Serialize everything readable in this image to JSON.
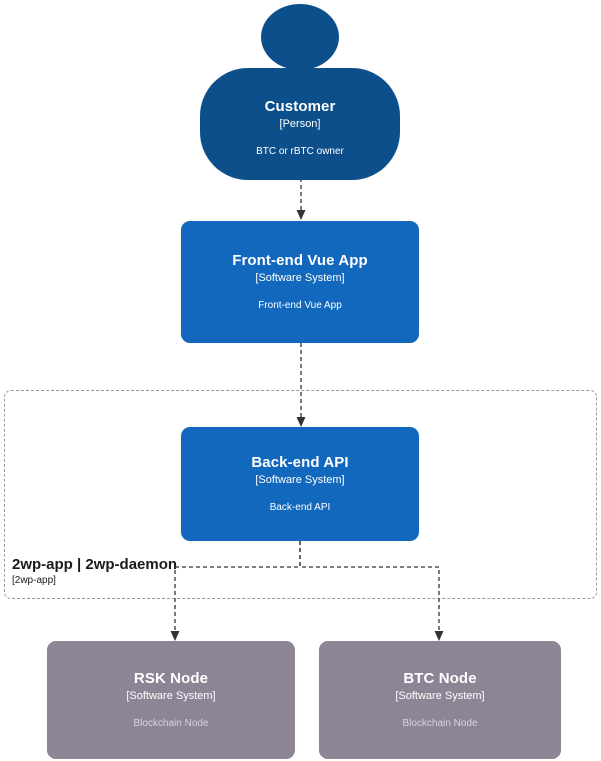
{
  "diagram": {
    "type": "c4-context",
    "background": "#ffffff",
    "colors": {
      "person": "#0d4f8b",
      "system": "#1168bd",
      "external_system": "#8d8496",
      "connector": "#333333",
      "boundary_border": "#9a9a9a",
      "text_light": "#ffffff",
      "text_muted": "#d9d4dd"
    },
    "nodes": [
      {
        "id": "customer",
        "shape": "person",
        "title": "Customer",
        "subtitle": "[Person]",
        "description": "BTC or rBTC owner"
      },
      {
        "id": "frontend",
        "shape": "system",
        "title": "Front-end Vue App",
        "subtitle": "[Software System]",
        "description": "Front-end Vue App"
      },
      {
        "id": "backend",
        "shape": "system",
        "title": "Back-end API",
        "subtitle": "[Software System]",
        "description": "Back-end API"
      },
      {
        "id": "rsk",
        "shape": "external-system",
        "title": "RSK Node",
        "subtitle": "[Software System]",
        "description": "Blockchain Node"
      },
      {
        "id": "btc",
        "shape": "external-system",
        "title": "BTC Node",
        "subtitle": "[Software System]",
        "description": "Blockchain Node"
      }
    ],
    "boundary": {
      "title": "2wp-app | 2wp-daemon",
      "subtitle": "[2wp-app]"
    },
    "connections": [
      {
        "from": "customer",
        "to": "frontend",
        "style": "dashed",
        "label": ""
      },
      {
        "from": "frontend",
        "to": "backend",
        "style": "dashed",
        "label": ""
      },
      {
        "from": "backend",
        "to": "rsk",
        "style": "dashed",
        "label": ""
      },
      {
        "from": "backend",
        "to": "btc",
        "style": "dashed",
        "label": ""
      }
    ]
  }
}
